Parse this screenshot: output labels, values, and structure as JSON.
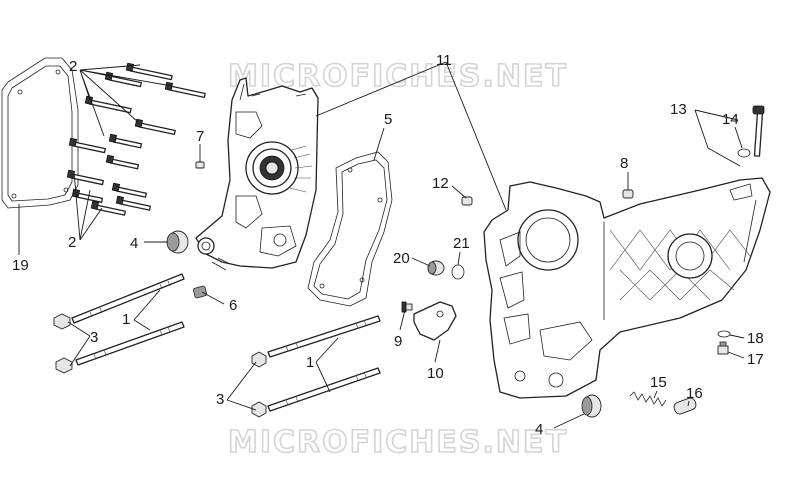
{
  "watermarks": [
    "MICROFICHES.NET",
    "MICROFICHES.NET"
  ],
  "callouts": {
    "c1a": "1",
    "c1b": "1",
    "c2a": "2",
    "c2b": "2",
    "c3a": "3",
    "c3b": "3",
    "c4a": "4",
    "c4b": "4",
    "c5": "5",
    "c6": "6",
    "c7": "7",
    "c8": "8",
    "c9": "9",
    "c10": "10",
    "c11": "11",
    "c12": "12",
    "c13": "13",
    "c14": "14",
    "c15": "15",
    "c16": "16",
    "c17": "17",
    "c18": "18",
    "c19": "19",
    "c20": "20",
    "c21": "21"
  }
}
